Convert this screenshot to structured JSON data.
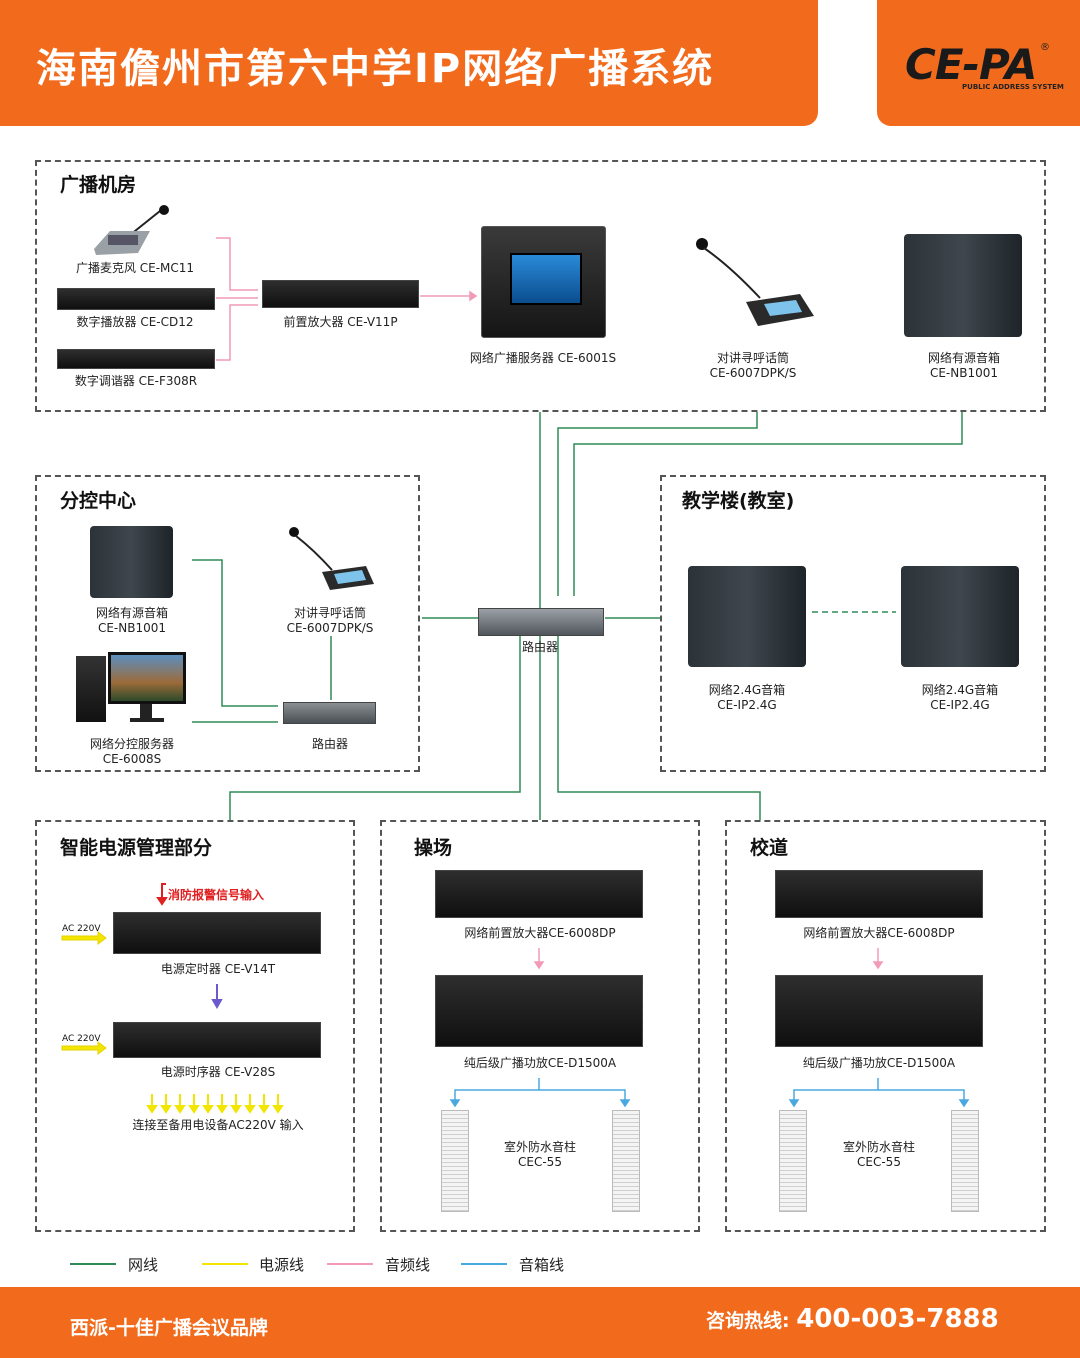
{
  "header": {
    "title": "海南儋州市第六中学IP网络广播系统"
  },
  "logo": {
    "text": "CE-PA",
    "sub": "PUBLIC ADDRESS SYSTEM",
    "reg": "®"
  },
  "sections": {
    "room": {
      "title": "广播机房"
    },
    "sub": {
      "title": "分控中心"
    },
    "teach": {
      "title": "教学楼(教室)"
    },
    "power": {
      "title": "智能电源管理部分"
    },
    "play": {
      "title": "操场"
    },
    "road": {
      "title": "校道"
    }
  },
  "room": {
    "mic": "广播麦克风 CE-MC11",
    "cd": "数字播放器 CE-CD12",
    "tuner": "数字调谐器 CE-F308R",
    "pre": "前置放大器 CE-V11P",
    "server": "网络广播服务器 CE-6001S",
    "intercom1": "对讲寻呼话筒",
    "intercom2": "CE-6007DPK/S",
    "spk1": "网络有源音箱",
    "spk2": "CE-NB1001"
  },
  "router": {
    "label": "路由器"
  },
  "sub": {
    "spk1": "网络有源音箱",
    "spk2": "CE-NB1001",
    "intercom1": "对讲寻呼话筒",
    "intercom2": "CE-6007DPK/S",
    "srv1": "网络分控服务器",
    "srv2": "CE-6008S",
    "router": "路由器"
  },
  "teach": {
    "a1": "网络2.4G音箱",
    "a2": "CE-IP2.4G",
    "b1": "网络2.4G音箱",
    "b2": "CE-IP2.4G"
  },
  "power": {
    "fire": "消防报警信号输入",
    "ac1": "AC 220V",
    "ac2": "AC 220V",
    "timer": "电源定时器 CE-V14T",
    "seq": "电源时序器 CE-V28S",
    "connect": "连接至备用电设备AC220V 输入"
  },
  "play": {
    "pre": "网络前置放大器CE-6008DP",
    "amp": "纯后级广播功放CE-D1500A",
    "col1": "室外防水音柱",
    "col2": "CEC-55"
  },
  "road": {
    "pre": "网络前置放大器CE-6008DP",
    "amp": "纯后级广播功放CE-D1500A",
    "col1": "室外防水音柱",
    "col2": "CEC-55"
  },
  "legend": [
    {
      "label": "网线",
      "color": "#2e8b57"
    },
    {
      "label": "电源线",
      "color": "#f2e600"
    },
    {
      "label": "音频线",
      "color": "#f29ab8"
    },
    {
      "label": "音箱线",
      "color": "#4aa8e0"
    }
  ],
  "footer": {
    "left": "西派-十佳广播会议品牌",
    "hotline": "咨询热线:",
    "phone": "400-003-7888"
  }
}
